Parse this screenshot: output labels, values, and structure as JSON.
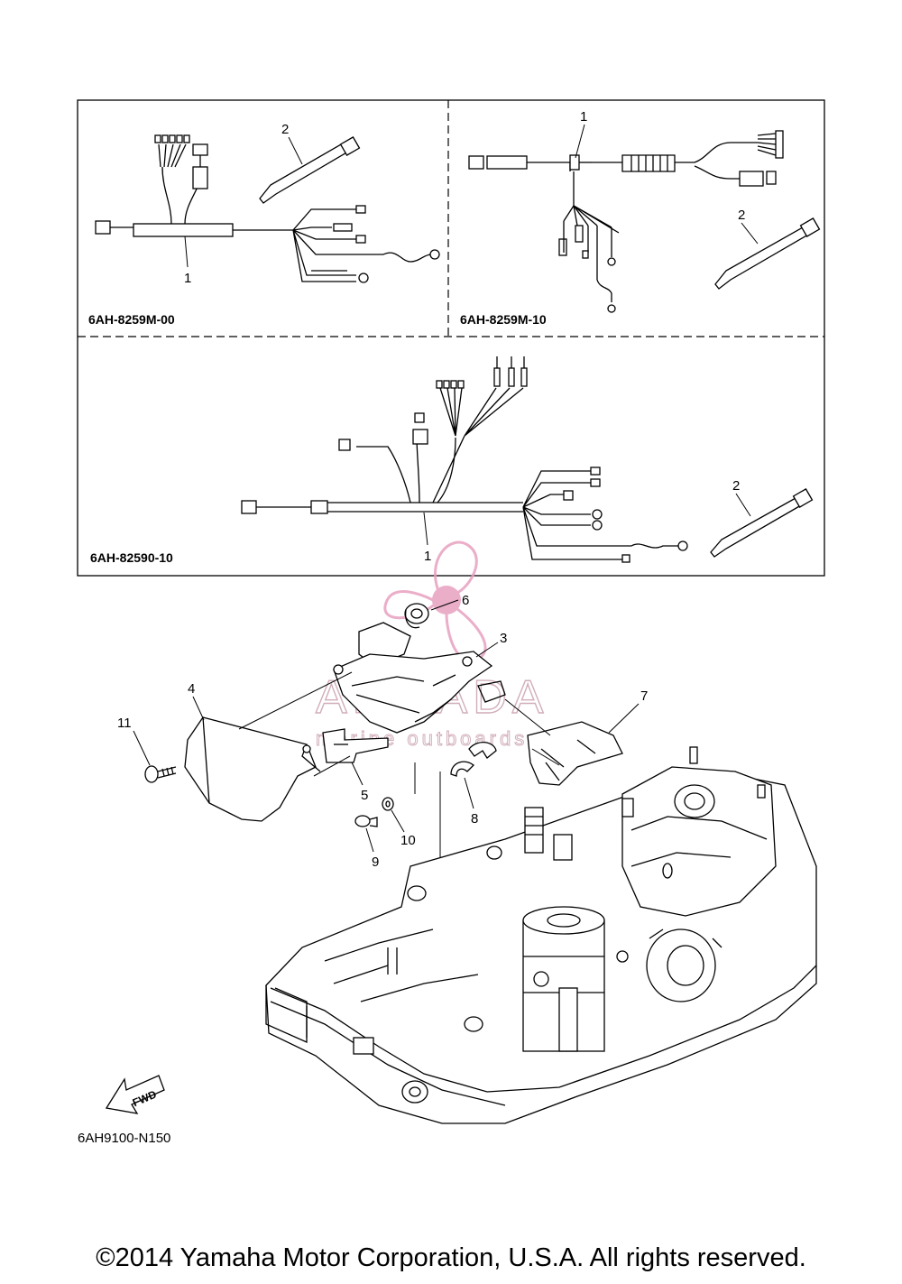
{
  "insets": {
    "top_left_code": "6AH-8259M-00",
    "top_right_code": "6AH-8259M-10",
    "bottom_code": "6AH-82590-10"
  },
  "callouts": {
    "tl_1": "1",
    "tl_2": "2",
    "tr_1": "1",
    "tr_2": "2",
    "bt_1": "1",
    "bt_2": "2",
    "p3": "3",
    "p4": "4",
    "p5": "5",
    "p6": "6",
    "p7": "7",
    "p8": "8",
    "p9": "9",
    "p10": "10",
    "p11": "11"
  },
  "fwd_label": "FWD",
  "diagram_code": "6AH9100-N150",
  "watermark": {
    "brand": "ARMADA",
    "tagline": "marine outboards",
    "color": "#e8a0c0"
  },
  "copyright": "©2014 Yamaha Motor Corporation, U.S.A. All rights reserved."
}
